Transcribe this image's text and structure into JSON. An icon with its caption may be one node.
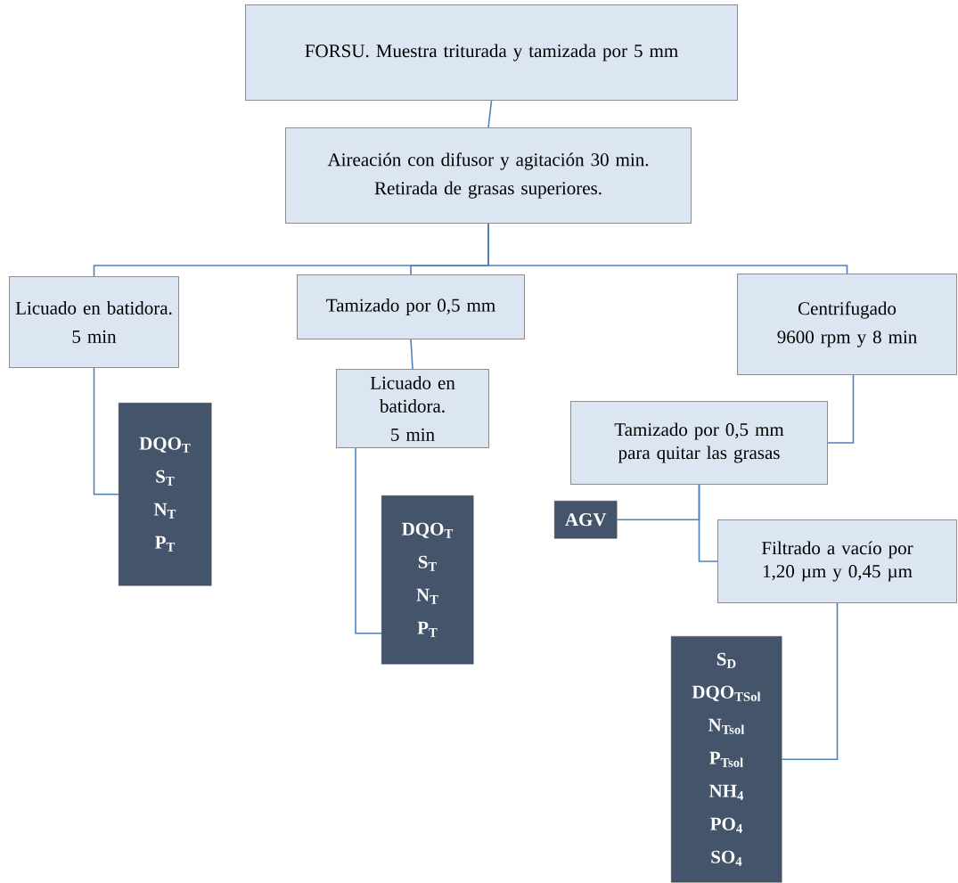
{
  "diagram": {
    "nodes": [
      {
        "text": [
          "FORSU. Muestra triturada y tamizada por 5 mm"
        ]
      },
      {
        "text": [
          "Aireación con difusor y agitación 30 min.",
          "Retirada de grasas superiores."
        ]
      },
      {
        "text": [
          "Licuado en batidora.",
          "5 min"
        ]
      },
      {
        "text": [
          "Tamizado por 0,5 mm"
        ]
      },
      {
        "text": [
          "Centrifugado",
          "9600 rpm y 8 min"
        ]
      },
      {
        "text": [
          "Licuado en batidora.",
          "5 min"
        ]
      },
      {
        "text": [
          "DQO$_{T}$",
          "S$_{T}$",
          "N$_{T}$",
          "P$_{T}$"
        ]
      },
      {
        "text": [
          "DQO$_{T}$",
          "S$_{T}$",
          "N$_{T}$",
          "P$_{T}$"
        ]
      },
      {
        "text": [
          "Tamizado por 0,5 mm para quitar las grasas"
        ]
      },
      {
        "text": [
          "AGV"
        ]
      },
      {
        "text": [
          "Filtrado a vacío por 1,20 µm y 0,45 µm"
        ]
      },
      {
        "text": [
          "S$_{D}$",
          "DQO$_{TSol}$",
          "N$_{Tsol}$",
          "P$_{Tsol}$",
          "NH$_{4}$",
          "PO$_{4}$",
          "SO$_{4}$"
        ]
      }
    ],
    "edges": [
      {
        "from": 0,
        "to": 1,
        "arrow": "none"
      },
      {
        "from": 1,
        "to": 2,
        "arrow": "none"
      },
      {
        "from": 1,
        "to": 3,
        "arrow": "none"
      },
      {
        "from": 1,
        "to": 4,
        "arrow": "none"
      },
      {
        "from": 2,
        "to": 6,
        "arrow": "none"
      },
      {
        "from": 3,
        "to": 5,
        "arrow": "none"
      },
      {
        "from": 5,
        "to": 7,
        "arrow": "none"
      },
      {
        "from": 4,
        "to": 8,
        "arrow": "none"
      },
      {
        "from": 8,
        "to": 9,
        "arrow": "none"
      },
      {
        "from": 8,
        "to": 10,
        "arrow": "none"
      },
      {
        "from": 10,
        "to": 11,
        "arrow": "none"
      }
    ]
  }
}
